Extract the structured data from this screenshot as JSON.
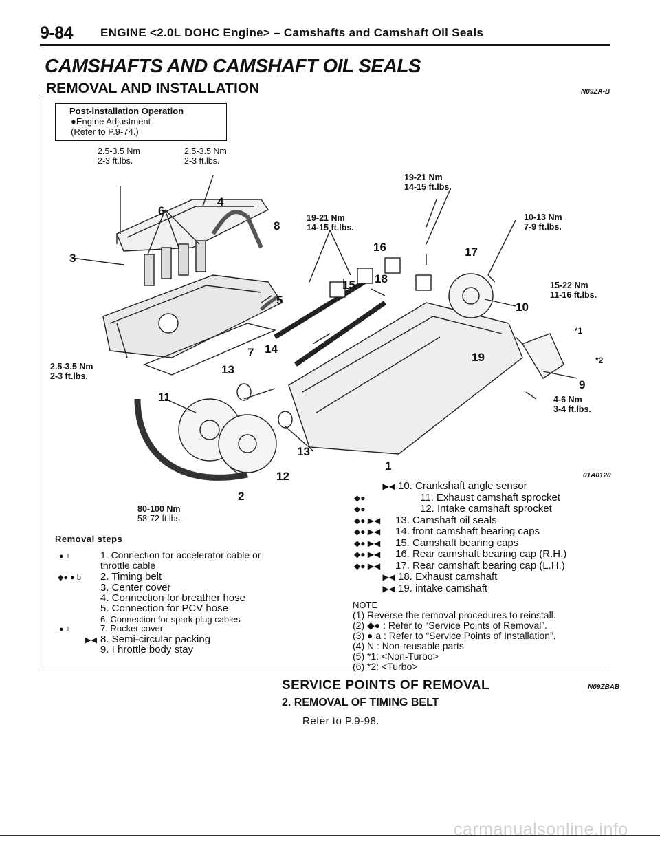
{
  "header": {
    "page_number": "9-84",
    "section": "ENGINE <2.0L DOHC Engine> – Camshafts and Camshaft Oil Seals"
  },
  "title": "CAMSHAFTS AND CAMSHAFT OIL SEALS",
  "subtitle": "REMOVAL AND INSTALLATION",
  "code_top": "N09ZA-B",
  "post_install": {
    "title": "Post-installation Operation",
    "item": "●Engine Adjustment",
    "ref": "(Refer to P.9-74.)"
  },
  "torques": {
    "t1": {
      "nm": "2.5-3.5 Nm",
      "ft": "2-3 ft.lbs."
    },
    "t2": {
      "nm": "2.5-3.5 Nm",
      "ft": "2-3 ft.lbs."
    },
    "t3": {
      "nm": "19-21 Nm",
      "ft": "14-15 ft.lbs."
    },
    "t4": {
      "nm": "19-21 Nm",
      "ft": "14-15 ft.lbs."
    },
    "t5": {
      "nm": "10-13 Nm",
      "ft": "7-9 ft.lbs."
    },
    "t6": {
      "nm": "15-22 Nm",
      "ft": "11-16 ft.lbs."
    },
    "t7": {
      "nm": "2.5-3.5 Nm",
      "ft": "2-3 ft.lbs."
    },
    "t8": {
      "nm": "4-6 Nm",
      "ft": "3-4 ft.lbs."
    },
    "t9": {
      "nm": "80-100 Nm",
      "ft": "58-72 ft.lbs."
    }
  },
  "callouts": [
    "1",
    "2",
    "3",
    "4",
    "5",
    "6",
    "7",
    "8",
    "9",
    "10",
    "11",
    "12",
    "13",
    "13",
    "14",
    "15",
    "16",
    "17",
    "18",
    "19",
    "*1",
    "*2"
  ],
  "code_diagram": "01A0120",
  "removal": {
    "heading": "Removal steps",
    "steps": [
      {
        "mark": "● +",
        "text": "1. Connection for accelerator cable or throttle cable"
      },
      {
        "mark": "◆● ● b",
        "text": "2. Timing belt"
      },
      {
        "mark": "",
        "text": "3. Center cover"
      },
      {
        "mark": "",
        "text": "4. Connection for breather hose"
      },
      {
        "mark": "",
        "text": "5. Connection for PCV hose"
      },
      {
        "mark": "",
        "text": "6. Connection for spark plug cables"
      },
      {
        "mark": "● +",
        "text": "7. Rocker cover"
      },
      {
        "mark": "▶◀",
        "text": "8. Semi-circular packing"
      },
      {
        "mark": "",
        "text": "9. I hrottle body stay"
      }
    ],
    "legend": [
      {
        "mark": "▶◀",
        "text": "10. Crankshaft angle sensor"
      },
      {
        "mark": "◆●",
        "text": "11. Exhaust camshaft sprocket"
      },
      {
        "mark": "◆●",
        "text": "12. Intake camshaft sprocket"
      },
      {
        "mark": "◆● ▶◀",
        "text": "13. Camshaft oil seals"
      },
      {
        "mark": "◆● ▶◀",
        "text": "14. front camshaft bearing caps"
      },
      {
        "mark": "◆● ▶◀",
        "text": "15. Camshaft bearing caps"
      },
      {
        "mark": "◆● ▶◀",
        "text": "16. Rear camshaft bearing cap (R.H.)"
      },
      {
        "mark": "◆● ▶◀",
        "text": "17. Rear camshaft bearing cap (L.H.)"
      },
      {
        "mark": "▶◀",
        "text": "18. Exhaust camshaft"
      },
      {
        "mark": "▶◀",
        "text": "19. intake camshaft"
      }
    ]
  },
  "note": {
    "title": "NOTE",
    "lines": [
      "(1) Reverse the removal procedures to reinstall.",
      "(2) ◆● : Refer to “Service Points of Removal”.",
      "(3) ● a : Refer to “Service Points of Installation”.",
      "(4) N : Non-reusable parts",
      "(5) *1: <Non-Turbo>",
      "(6) *2: <Turbo>"
    ]
  },
  "service": {
    "heading": "SERVICE POINTS OF REMOVAL",
    "code": "N09ZBAB",
    "sub": "2. REMOVAL OF TIMING BELT",
    "ref": "Refer to P.9-98."
  },
  "watermark": "carmanualsonline.info"
}
